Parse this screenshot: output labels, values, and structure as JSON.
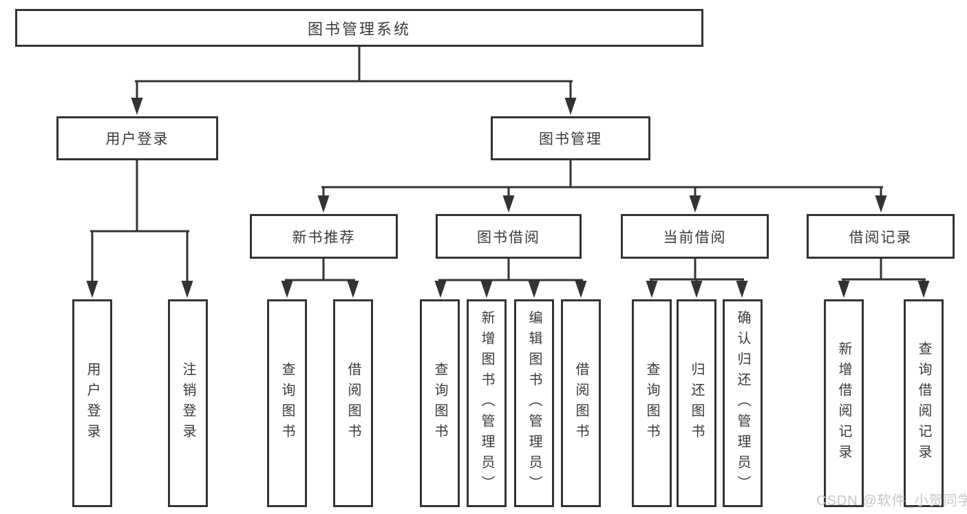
{
  "colors": {
    "line": "#333333",
    "box_border": "#333333",
    "text": "#3a3a3a",
    "watermark": "#c6c6c6",
    "background": "#ffffff"
  },
  "watermark": {
    "text": "CSDN @软件_小贺同学"
  },
  "diagram": {
    "root": {
      "label": "图书管理系统"
    },
    "branches": [
      {
        "label": "用户登录",
        "children": [
          "用户登录",
          "注销登录"
        ]
      },
      {
        "label": "图书管理",
        "groups": [
          {
            "label": "新书推荐",
            "children": [
              "查询图书",
              "借阅图书"
            ]
          },
          {
            "label": "图书借阅",
            "children": [
              "查询图书",
              "新增图书（管理员）",
              "编辑图书（管理员）",
              "借阅图书"
            ]
          },
          {
            "label": "当前借阅",
            "children": [
              "查询图书",
              "归还图书",
              "确认归还（管理员）"
            ]
          },
          {
            "label": "借阅记录",
            "children": [
              "新增借阅记录",
              "查询借阅记录"
            ]
          }
        ]
      }
    ]
  }
}
